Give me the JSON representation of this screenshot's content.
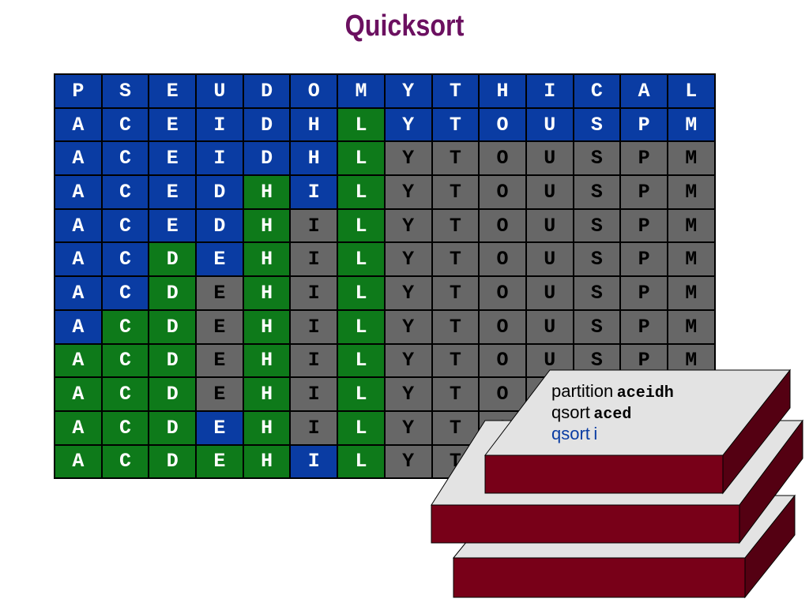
{
  "title": "Quicksort",
  "grid": {
    "rows": [
      "PSEUDOMYTHICAL",
      "ACEIDHLYTOUSPM",
      "ACEIDHLYTOUSPM",
      "ACEDHILYTOUSPM",
      "ACEDHILYTOUSPM",
      "ACDEHILYTOUSPM",
      "ACDEHILYTOUSPM",
      "ACDEHILYTOUSPM",
      "ACDEHILYTOUSPM",
      "ACDEHILYTOUSPM",
      "ACDEHILYTOUSPM",
      "ACDEHILYTOUSPM"
    ],
    "colors": [
      "BBBBBBBBBBBBBB",
      "BBBBBBGBBBBBBB",
      "BBBBBBGXXXXXXX",
      "BBBBGBGXXXXXXX",
      "BBBBGXGXXXXXXX",
      "BBGBGXGXXXXXXX",
      "BBGXGXGXXXXXXX",
      "BGGXGXGXXXXXXX",
      "GGGXGXGXXXXXXX",
      "GGGXGXGXXXXXXX",
      "GGGBGXGXXXXXXX",
      "GGGGGBGXXXXXXX"
    ],
    "palette": {
      "B": "#0a3ca3",
      "G": "#0e7a1a",
      "X": "#676767"
    }
  },
  "call_stack": [
    {
      "word": "partition",
      "arg": "aceidh",
      "color": "#000000"
    },
    {
      "word": "qsort",
      "arg": "aced",
      "color": "#000000"
    },
    {
      "word": "qsort",
      "arg": "i",
      "color": "#0a3ca3"
    }
  ],
  "frame_colors": {
    "top": "#e3e3e3",
    "front": "#780018",
    "side": "#540012",
    "edge": "#000000"
  }
}
